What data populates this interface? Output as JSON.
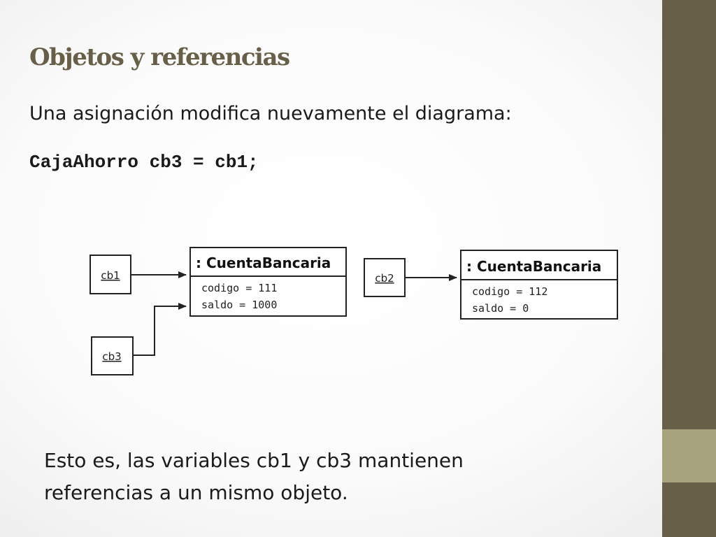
{
  "slide": {
    "title": "Objetos y referencias",
    "intro": "Una asignación modifica nuevamente el diagrama:",
    "code": "CajaAhorro cb3 = cb1;",
    "conclusion": [
      "Esto es, las variables cb1 y cb3 mantienen",
      "referencias a un mismo objeto."
    ]
  },
  "diagram": {
    "variables": {
      "cb1": "cb1",
      "cb2": "cb2",
      "cb3": "cb3"
    },
    "objects": [
      {
        "header": ": CuentaBancaria",
        "attributes": [
          "codigo = 111",
          "saldo = 1000"
        ]
      },
      {
        "header": ": CuentaBancaria",
        "attributes": [
          "codigo = 112",
          "saldo = 0"
        ]
      }
    ]
  },
  "colors": {
    "sidebar": "#675f47",
    "sidebar_band": "#a7a37c",
    "title": "#675f47"
  }
}
